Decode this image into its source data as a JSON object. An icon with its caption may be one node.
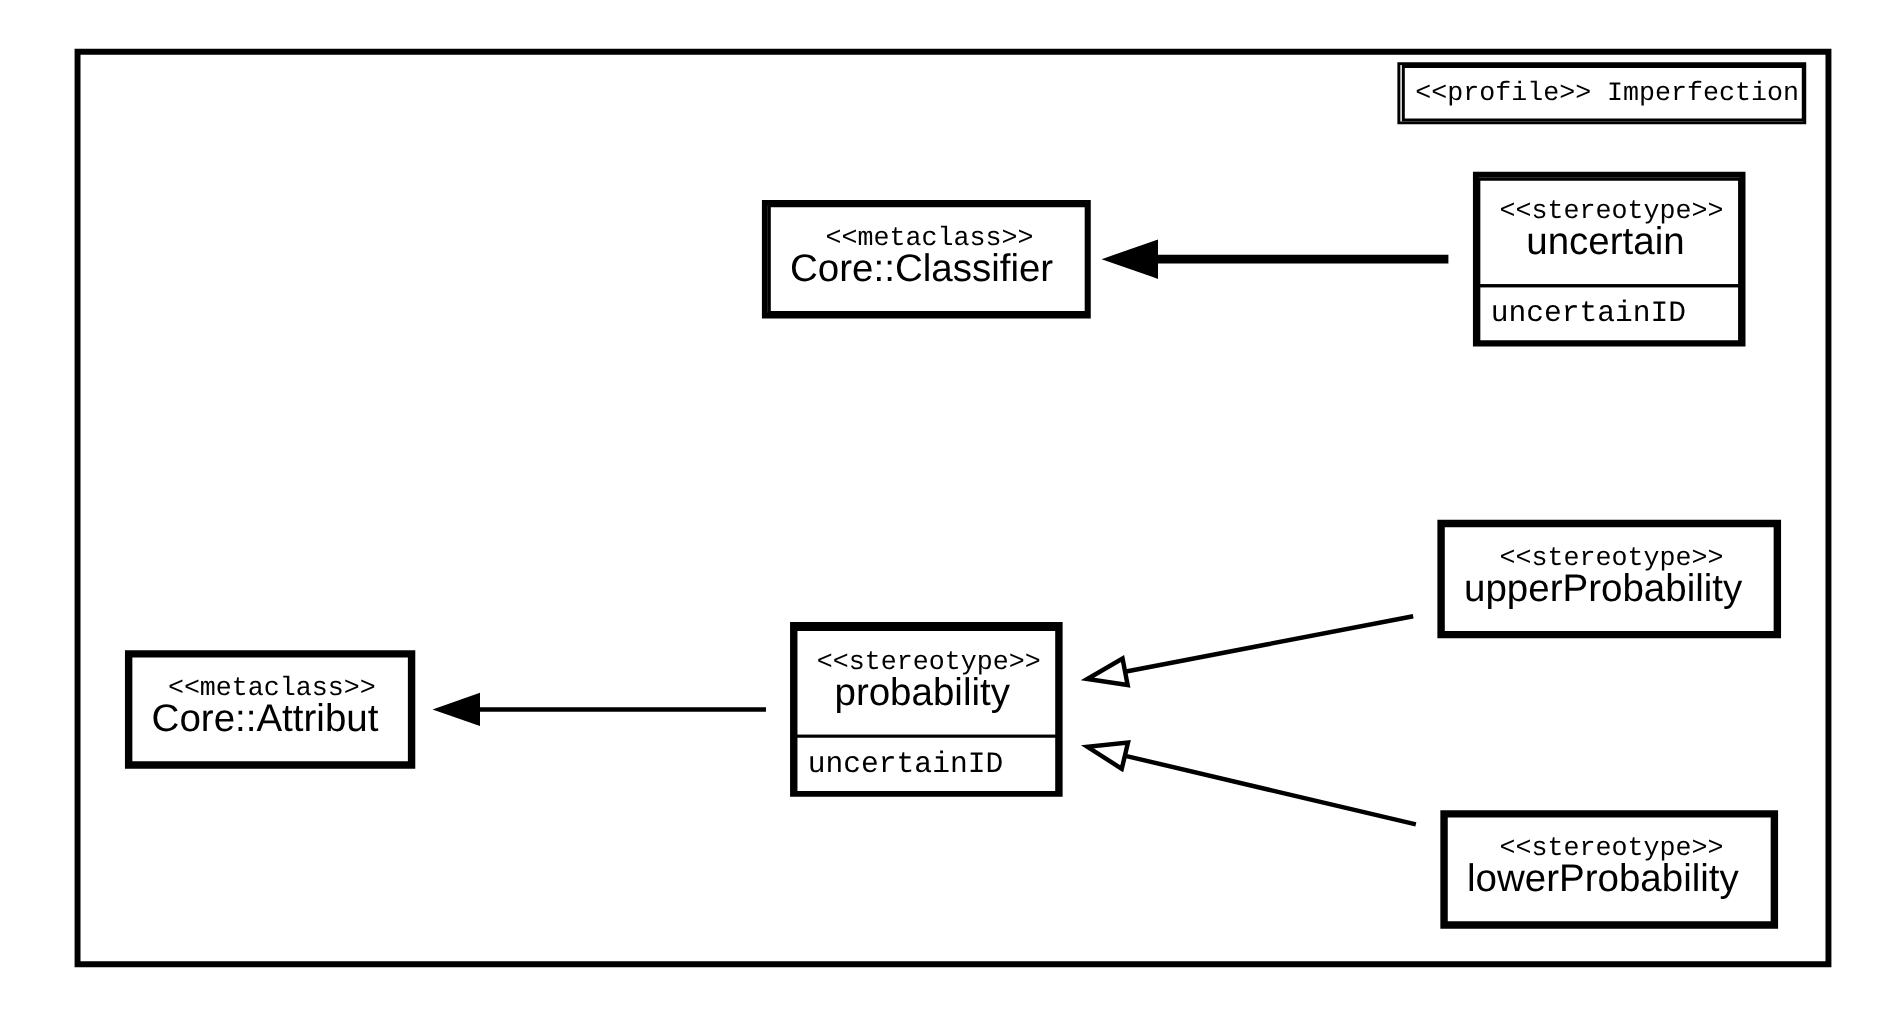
{
  "diagram": {
    "nodes": [
      {
        "text": [
          "<<profile>> Imperfection"
        ]
      },
      {
        "text": [
          "<<metaclass>>",
          "Core::Classifier"
        ],
        "in": 0
      },
      {
        "text": [
          "<<stereotype>>",
          "uncertain",
          "uncertainID"
        ],
        "in": 0
      },
      {
        "text": [
          "<<metaclass>>",
          "Core::Attribut"
        ],
        "in": 0
      },
      {
        "text": [
          "<<stereotype>>",
          "probability",
          "uncertainID"
        ],
        "in": 0
      },
      {
        "text": [
          "<<stereotype>>",
          "upperProbability"
        ],
        "in": 0
      },
      {
        "text": [
          "<<stereotype>>",
          "lowerProbability"
        ],
        "in": 0
      }
    ],
    "edges": [
      {
        "from": 2,
        "to": 1,
        "arrow": "to",
        "style": "thick"
      },
      {
        "from": 4,
        "to": 3,
        "arrow": "to"
      },
      {
        "from": 5,
        "to": 4,
        "arrow": "to"
      },
      {
        "from": 6,
        "to": 4,
        "arrow": "to"
      }
    ]
  }
}
